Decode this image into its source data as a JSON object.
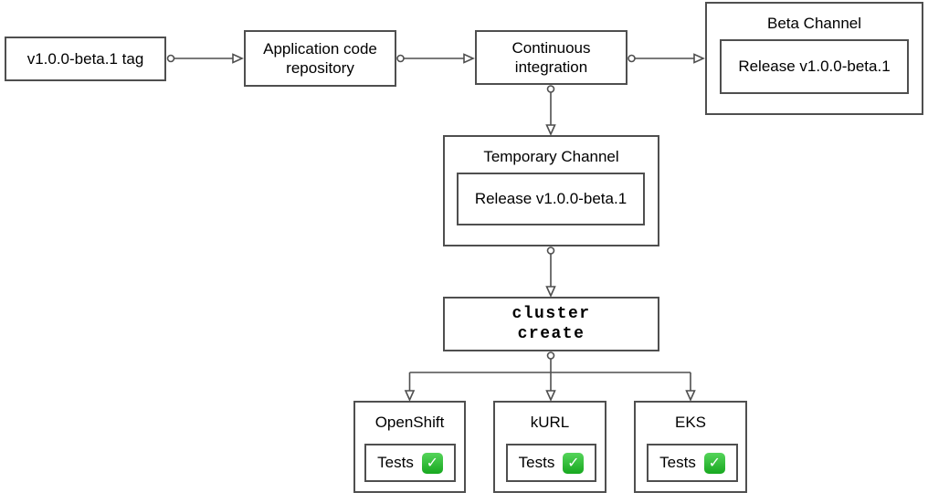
{
  "nodes": {
    "tag": {
      "label": "v1.0.0-beta.1 tag"
    },
    "repo": {
      "label": "Application code repository"
    },
    "ci": {
      "label": "Continuous integration"
    },
    "beta_channel": {
      "title": "Beta Channel",
      "release_label": "Release v1.0.0-beta.1"
    },
    "temporary_channel": {
      "title": "Temporary Channel",
      "release_label": "Release v1.0.0-beta.1"
    },
    "cluster_create": {
      "label": "cluster create"
    },
    "clusters": [
      {
        "title": "OpenShift",
        "tests_label": "Tests",
        "status_icon": "check-mark-button-icon"
      },
      {
        "title": "kURL",
        "tests_label": "Tests",
        "status_icon": "check-mark-button-icon"
      },
      {
        "title": "EKS",
        "tests_label": "Tests",
        "status_icon": "check-mark-button-icon"
      }
    ]
  },
  "icons": {
    "check_glyph": "✓"
  },
  "colors": {
    "border": "#4f4f4f",
    "line": "#4f4f4f",
    "text": "#000000",
    "background": "#ffffff",
    "check_green_top": "#55d45a",
    "check_green_bottom": "#17a81f",
    "check_mark": "#ffffff"
  }
}
